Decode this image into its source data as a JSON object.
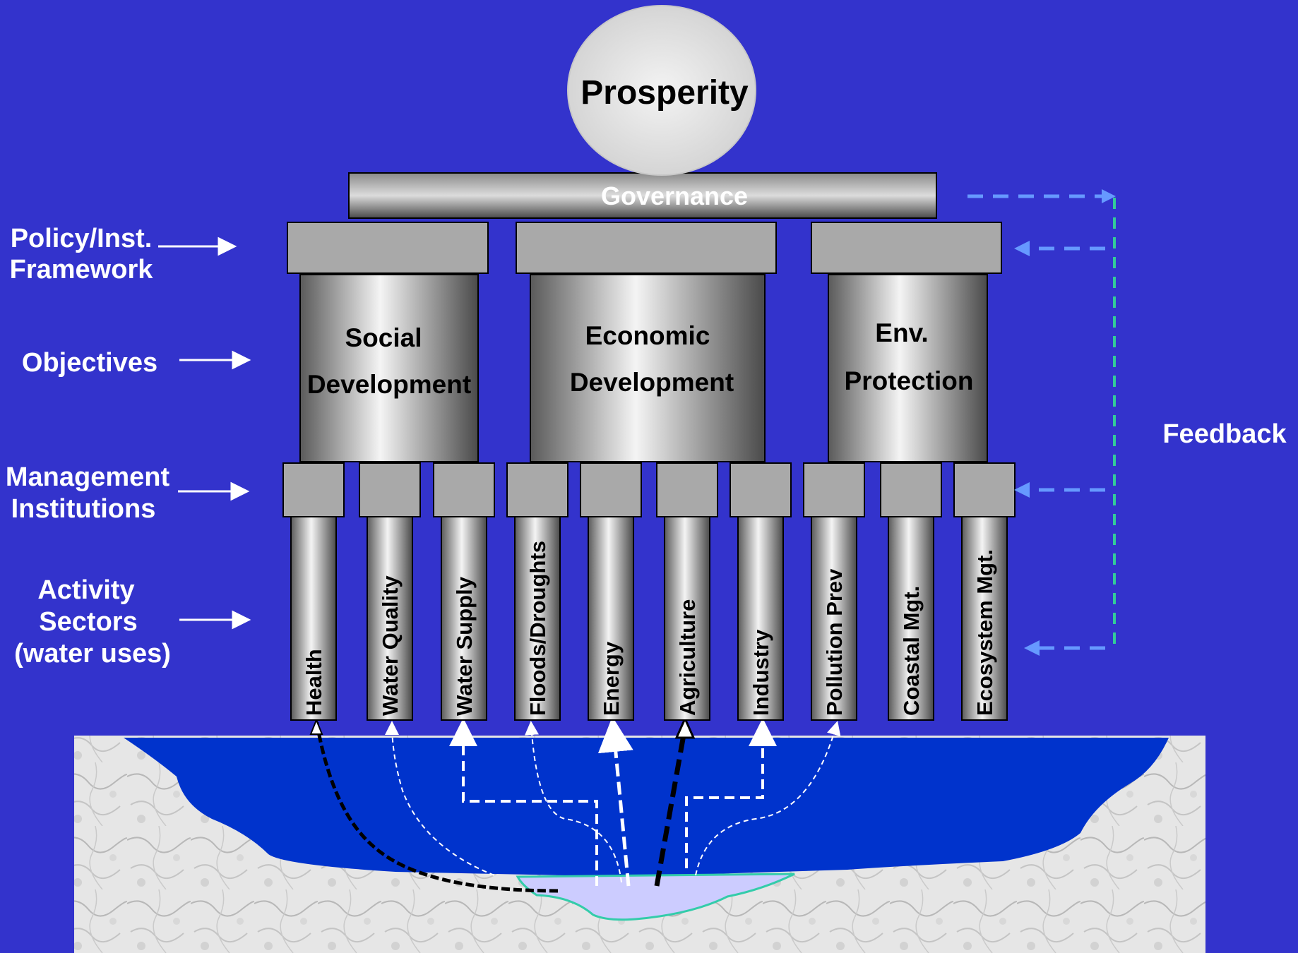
{
  "apex": {
    "label": "Prosperity"
  },
  "governance": {
    "label": "Governance"
  },
  "left_labels": {
    "policy": [
      "Policy/Inst.",
      "Framework"
    ],
    "objectives": [
      "Objectives"
    ],
    "management": [
      "Management",
      "Institutions"
    ],
    "activity": [
      "Activity",
      "Sectors",
      "(water uses)"
    ]
  },
  "pillars": [
    {
      "id": "social",
      "lines": [
        "Social",
        "Development"
      ]
    },
    {
      "id": "economic",
      "lines": [
        "Economic",
        "Development"
      ]
    },
    {
      "id": "env",
      "lines": [
        "Env.",
        "Protection"
      ]
    }
  ],
  "sectors": [
    "Health",
    "Water Quality",
    "Water Supply",
    "Floods/Droughts",
    "Energy",
    "Agriculture",
    "Industry",
    "Pollution Prev",
    "Coastal Mgt.",
    "Ecosystem Mgt."
  ],
  "feedback": {
    "label": "Feedback"
  },
  "colors": {
    "background": "#3333cc",
    "water": "#0033cc",
    "pool": "#ccccff",
    "pool_edge": "#33ccaa",
    "feedback_arrow": "#6699ff",
    "feedback_line": "#33cc99"
  }
}
